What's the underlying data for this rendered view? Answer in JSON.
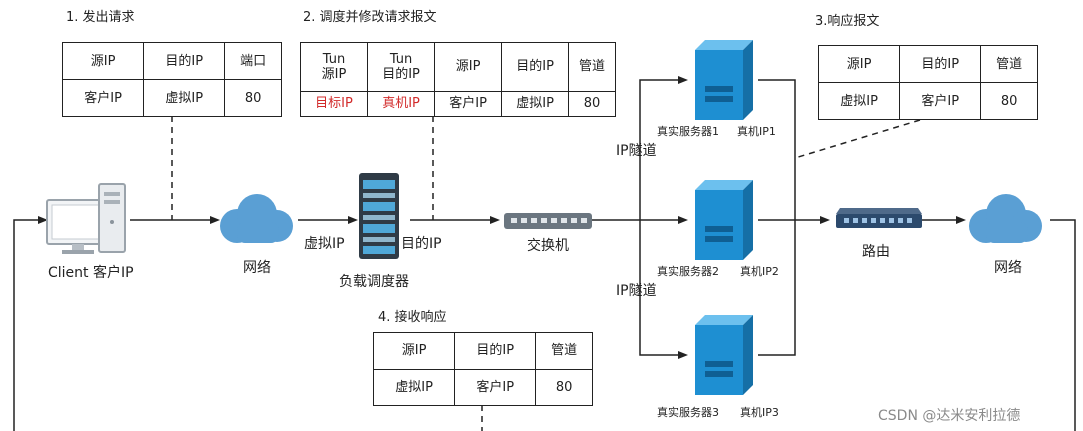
{
  "steps": {
    "step1": {
      "title": "1. 发出请求",
      "headers": [
        "源IP",
        "目的IP",
        "端口"
      ],
      "row": [
        "客户IP",
        "虚拟IP",
        "80"
      ]
    },
    "step2": {
      "title": "2. 调度并修改请求报文",
      "headers": [
        [
          "Tun",
          "源IP"
        ],
        [
          "Tun",
          "目的IP"
        ],
        "源IP",
        "目的IP",
        "管道"
      ],
      "row": [
        "目标IP",
        "真机IP",
        "客户IP",
        "虚拟IP",
        "80"
      ]
    },
    "step3": {
      "title": "3.响应报文",
      "headers": [
        "源IP",
        "目的IP",
        "管道"
      ],
      "row": [
        "虚拟IP",
        "客户IP",
        "80"
      ]
    },
    "step4": {
      "title": "4. 接收响应",
      "headers": [
        "源IP",
        "目的IP",
        "管道"
      ],
      "row": [
        "虚拟IP",
        "客户IP",
        "80"
      ]
    }
  },
  "nodes": {
    "client": "Client 客户IP",
    "network_left": "网络",
    "load_balancer": "负载调度器",
    "lb_in_label": "虚拟IP",
    "lb_out_label": "目的IP",
    "switch": "交换机",
    "router": "路由",
    "network_right": "网络",
    "servers": [
      {
        "name": "真实服务器1",
        "ip": "真机IP1"
      },
      {
        "name": "真实服务器2",
        "ip": "真机IP2"
      },
      {
        "name": "真实服务器3",
        "ip": "真机IP3"
      }
    ],
    "tunnel_labels": [
      "IP隧道",
      "IP隧道"
    ]
  },
  "watermark": "CSDN @达米安利拉德",
  "colors": {
    "line": "#222222",
    "cloud": "#5a9fd4",
    "server": "#1e8fd2",
    "red_text": "#d22b2b"
  }
}
